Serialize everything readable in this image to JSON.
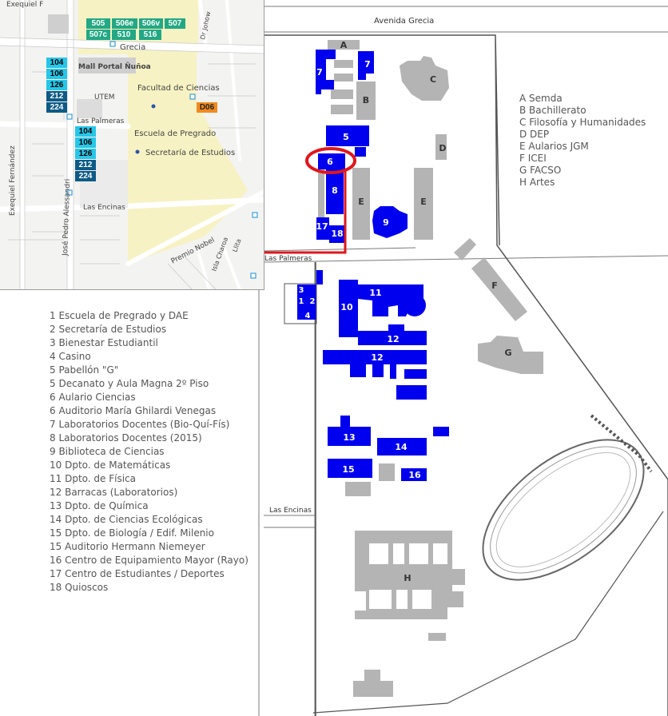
{
  "colors": {
    "building_blue": "#0000ee",
    "building_gray": "#b4b4b4",
    "highlight_red": "#e0161c",
    "campus_yellow": "#f7f2c3",
    "route_green": "#22a884",
    "route_cyan": "#26c6e8",
    "route_navy": "#0d5a86",
    "route_orange": "#f28a1e"
  },
  "streets": {
    "avenida_grecia": "Avenida Grecia",
    "las_palmeras": "Las Palmeras",
    "las_encinas": "Las Encinas"
  },
  "buildings": {
    "numbered": [
      "7",
      "7",
      "5",
      "6",
      "8",
      "9",
      "17",
      "18",
      "3",
      "1",
      "2",
      "4",
      "11",
      "10",
      "12",
      "12",
      "13",
      "14",
      "15",
      "16"
    ],
    "lettered": [
      "A",
      "B",
      "C",
      "D",
      "E",
      "E",
      "F",
      "G",
      "H"
    ]
  },
  "inset": {
    "streets": [
      "Exequiel F",
      "Grecia",
      "Dr Johow",
      "Exequiel Fernández",
      "Las Palmeras",
      "José Pedro Alessandri",
      "Las Encinas",
      "Premio Nobel",
      "Isla Charoa",
      "Llita"
    ],
    "places": [
      "Mall Portal Ñuñoa",
      "UTEM",
      "Facultad de Ciencias",
      "Escuela de Pregrado",
      "Secretaría de Estudios"
    ],
    "routes_top": [
      "505",
      "506e",
      "506v",
      "507",
      "507c",
      "510",
      "516"
    ],
    "routes_left_a": [
      "104",
      "106",
      "126",
      "212",
      "224"
    ],
    "routes_left_b": [
      "104",
      "106",
      "126",
      "212",
      "224"
    ],
    "stop_code": "D06"
  },
  "legend_numbers": [
    "1 Escuela de Pregrado y DAE",
    "2 Secretaría de Estudios",
    "3 Bienestar Estudiantil",
    "4 Casino",
    "5 Pabellón \"G\"",
    "5 Decanato y Aula Magna 2º Piso",
    "6 Aulario Ciencias",
    "6 Auditorio María Ghilardi Venegas",
    "7 Laboratorios Docentes (Bio-Quí-Fís)",
    "8 Laboratorios Docentes (2015)",
    "9 Biblioteca de Ciencias",
    "10 Dpto. de Matemáticas",
    "11 Dpto. de Física",
    "12 Barracas (Laboratorios)",
    "13 Dpto. de Química",
    "14 Dpto. de Ciencias Ecológicas",
    "15 Dpto. de Biología / Edif. Milenio",
    "15 Auditorio Hermann Niemeyer",
    "16 Centro de Equipamiento Mayor (Rayo)",
    "17 Centro de Estudiantes / Deportes",
    "18 Quioscos"
  ],
  "legend_letters": [
    "A Semda",
    "B Bachillerato",
    "C Filosofía y Humanidades",
    "D DEP",
    "E Aularios JGM",
    "F ICEI",
    "G FACSO",
    "H Artes"
  ]
}
